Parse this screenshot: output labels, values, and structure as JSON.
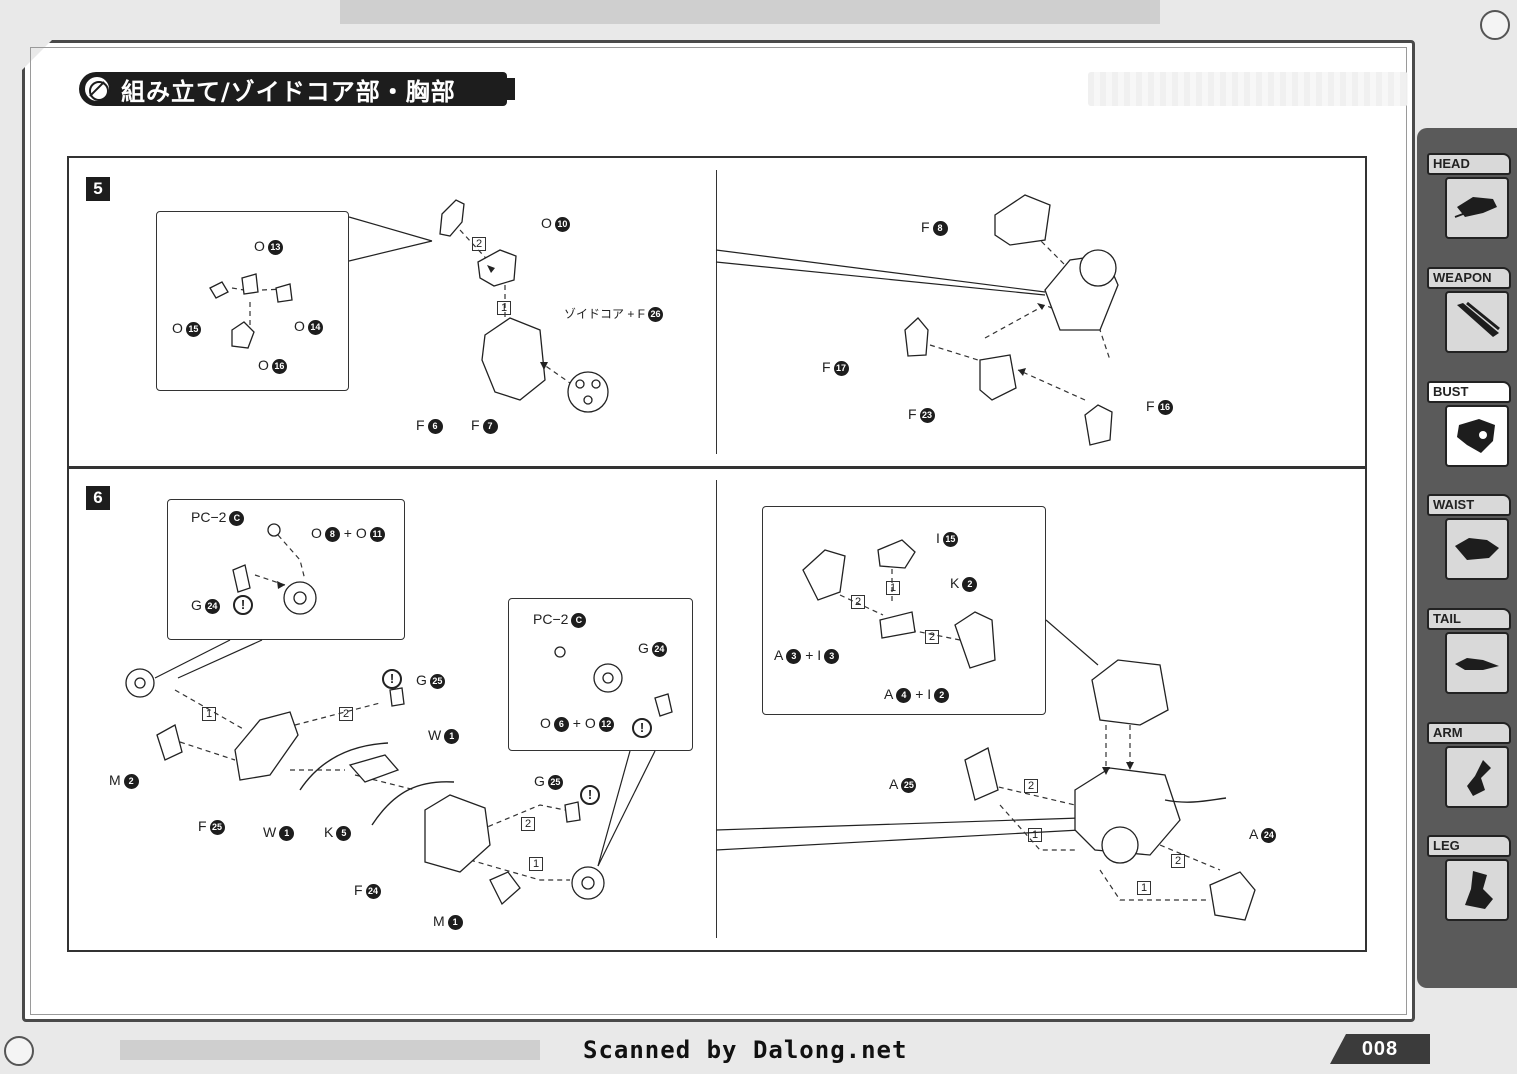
{
  "header": {
    "title": "組み立て/ゾイドコア部・胸部"
  },
  "steps": [
    {
      "number": "5",
      "left": {
        "detail_labels": [
          {
            "text": "O",
            "num": "13"
          },
          {
            "text": "O",
            "num": "15"
          },
          {
            "text": "O",
            "num": "14"
          },
          {
            "text": "O",
            "num": "16"
          }
        ],
        "labels": [
          {
            "text": "O",
            "num": "10"
          },
          {
            "text": "ゾイドコア + F",
            "num": "26"
          },
          {
            "text": "F",
            "num": "6"
          },
          {
            "text": "F",
            "num": "7"
          }
        ],
        "order": [
          "2",
          "1"
        ]
      },
      "right": {
        "labels": [
          {
            "text": "F",
            "num": "8"
          },
          {
            "text": "F",
            "num": "17"
          },
          {
            "text": "F",
            "num": "23"
          },
          {
            "text": "F",
            "num": "16"
          }
        ]
      }
    },
    {
      "number": "6",
      "left": {
        "detail1_labels": [
          {
            "text": "PC−2",
            "num": "C"
          },
          {
            "text": "O",
            "num": "8",
            "extra": "+ O",
            "num2": "11"
          },
          {
            "text": "G",
            "num": "24"
          }
        ],
        "detail2_labels": [
          {
            "text": "PC−2",
            "num": "C"
          },
          {
            "text": "G",
            "num": "24"
          },
          {
            "text": "O",
            "num": "6",
            "extra": "+ O",
            "num2": "12"
          }
        ],
        "labels": [
          {
            "text": "G",
            "num": "25"
          },
          {
            "text": "W",
            "num": "1"
          },
          {
            "text": "M",
            "num": "2"
          },
          {
            "text": "F",
            "num": "25"
          },
          {
            "text": "W",
            "num": "1"
          },
          {
            "text": "K",
            "num": "5"
          },
          {
            "text": "G",
            "num": "25"
          },
          {
            "text": "F",
            "num": "24"
          },
          {
            "text": "M",
            "num": "1"
          }
        ],
        "order": [
          "1",
          "2",
          "2",
          "1"
        ],
        "warning": "!"
      },
      "right": {
        "detail_labels": [
          {
            "text": "I",
            "num": "15"
          },
          {
            "text": "K",
            "num": "2"
          },
          {
            "text": "A",
            "num": "3",
            "extra": "+ I",
            "num2": "3"
          },
          {
            "text": "A",
            "num": "4",
            "extra": "+ I",
            "num2": "2"
          }
        ],
        "labels": [
          {
            "text": "A",
            "num": "25"
          },
          {
            "text": "A",
            "num": "24"
          }
        ],
        "order": [
          "1",
          "2",
          "2",
          "2",
          "1",
          "2",
          "1"
        ]
      }
    }
  ],
  "side_tabs": [
    {
      "label": "HEAD",
      "icon": "head-silhouette-icon",
      "active": false
    },
    {
      "label": "WEAPON",
      "icon": "weapon-silhouette-icon",
      "active": false
    },
    {
      "label": "BUST",
      "icon": "bust-silhouette-icon",
      "active": true
    },
    {
      "label": "WAIST",
      "icon": "waist-silhouette-icon",
      "active": false
    },
    {
      "label": "TAIL",
      "icon": "tail-silhouette-icon",
      "active": false
    },
    {
      "label": "ARM",
      "icon": "arm-silhouette-icon",
      "active": false
    },
    {
      "label": "LEG",
      "icon": "leg-silhouette-icon",
      "active": false
    }
  ],
  "footer": {
    "credit": "Scanned by Dalong.net",
    "page_number": "008"
  },
  "colors": {
    "ink": "#1d1d1d",
    "frame": "#4a4a4a",
    "tab_bg": "#5a5a5a",
    "tab_face": "#d9d9d9",
    "paper": "#ffffff"
  }
}
